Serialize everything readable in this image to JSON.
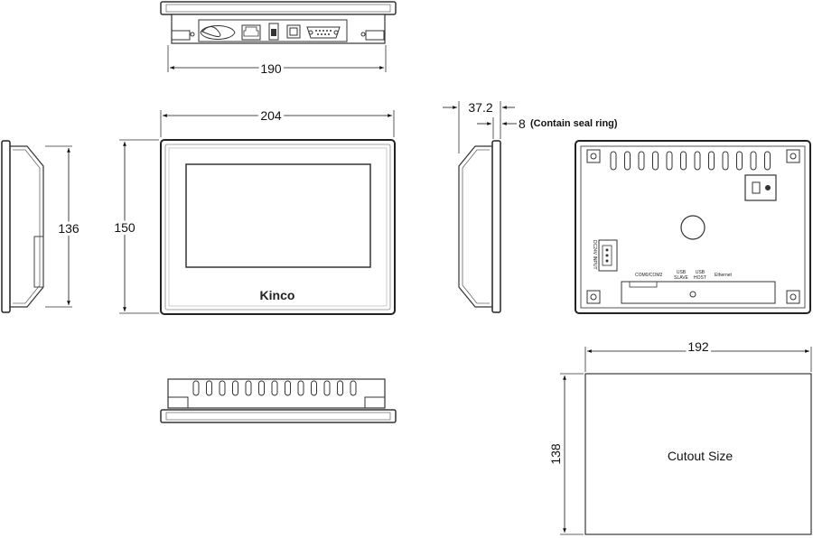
{
  "dimensions": {
    "top_width": "190",
    "front_width": "204",
    "depth": "37.2",
    "front_thickness": "8",
    "seal_note": "(Contain seal ring)",
    "side_height": "136",
    "front_height": "150",
    "cutout_width": "192",
    "cutout_height": "138"
  },
  "front": {
    "brand": "Kinco"
  },
  "rear": {
    "port_labels": {
      "power": "DC24V INPUT",
      "com": "COM0/COM2",
      "usb_slave": "USB SLAVE",
      "usb_host": "USB HOST",
      "ethernet": "Ethernet"
    }
  },
  "cutout": {
    "label": "Cutout Size"
  }
}
